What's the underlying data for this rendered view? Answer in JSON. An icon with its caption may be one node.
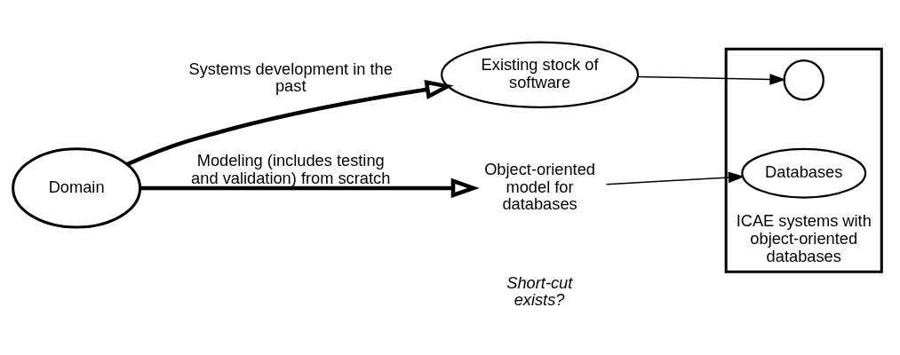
{
  "diagram": {
    "nodes": [
      {
        "text": [
          "Domain"
        ]
      },
      {
        "text": [
          "Existing stock of software"
        ]
      },
      {
        "text": [
          "Object-oriented model for databases"
        ]
      },
      {
        "text": [
          "ICAE systems with object-oriented databases"
        ]
      },
      {
        "text": [],
        "shape": "circle",
        "in": 3
      },
      {
        "text": [
          "Databases"
        ],
        "in": 3
      }
    ],
    "edges": [
      {
        "from": 0,
        "to": 1,
        "arrow": "to",
        "style": "thick",
        "label": "Systems development in the past"
      },
      {
        "from": 0,
        "to": 2,
        "arrow": "to",
        "style": "thick",
        "label": "Modeling (includes testing and validation) from scratch"
      },
      {
        "from": 1,
        "to": 4,
        "arrow": "to"
      },
      {
        "from": 2,
        "to": 5,
        "arrow": "to"
      }
    ],
    "labels": [
      "Short-cut exists?"
    ]
  }
}
